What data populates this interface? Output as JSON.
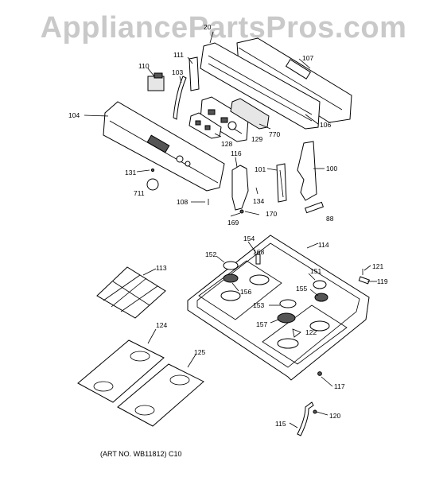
{
  "watermark": "AppliancePartsPros.com",
  "art_number": "(ART NO. WB11812) C10",
  "callouts": [
    {
      "id": "c20",
      "text": "20"
    },
    {
      "id": "c107",
      "text": "107"
    },
    {
      "id": "c110",
      "text": "110"
    },
    {
      "id": "c111",
      "text": "111"
    },
    {
      "id": "c103",
      "text": "103"
    },
    {
      "id": "c104",
      "text": "104"
    },
    {
      "id": "c106",
      "text": "106"
    },
    {
      "id": "c128",
      "text": "128"
    },
    {
      "id": "c129",
      "text": "129"
    },
    {
      "id": "c770",
      "text": "770"
    },
    {
      "id": "c116",
      "text": "116"
    },
    {
      "id": "c101",
      "text": "101"
    },
    {
      "id": "c100",
      "text": "100"
    },
    {
      "id": "c131",
      "text": "131"
    },
    {
      "id": "c711",
      "text": "711"
    },
    {
      "id": "c134",
      "text": "134"
    },
    {
      "id": "c108",
      "text": "108"
    },
    {
      "id": "c170",
      "text": "170"
    },
    {
      "id": "c169",
      "text": "169"
    },
    {
      "id": "c88",
      "text": "88"
    },
    {
      "id": "c154",
      "text": "154"
    },
    {
      "id": "c114",
      "text": "114"
    },
    {
      "id": "c152",
      "text": "152"
    },
    {
      "id": "c168",
      "text": "168"
    },
    {
      "id": "c151",
      "text": "151"
    },
    {
      "id": "c121",
      "text": "121"
    },
    {
      "id": "c113",
      "text": "113"
    },
    {
      "id": "c156",
      "text": "156"
    },
    {
      "id": "c155",
      "text": "155"
    },
    {
      "id": "c119",
      "text": "119"
    },
    {
      "id": "c153",
      "text": "153"
    },
    {
      "id": "c157",
      "text": "157"
    },
    {
      "id": "c122",
      "text": "122"
    },
    {
      "id": "c124",
      "text": "124"
    },
    {
      "id": "c125",
      "text": "125"
    },
    {
      "id": "c117",
      "text": "117"
    },
    {
      "id": "c120",
      "text": "120"
    },
    {
      "id": "c115",
      "text": "115"
    }
  ]
}
